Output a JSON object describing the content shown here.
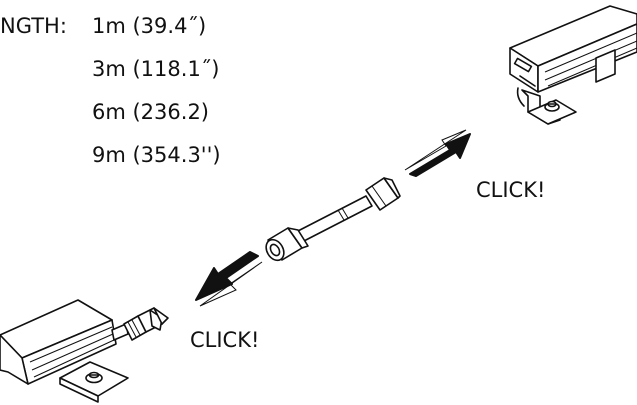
{
  "length_heading": "NGTH:",
  "length_options": [
    "1m  (39.4˝)",
    "3m  (118.1˝)",
    "6m  (236.2)",
    "9m  (354.3'')"
  ],
  "click_labels": {
    "right": "CLICK!",
    "left": "CLICK!"
  },
  "colors": {
    "ink": "#111111",
    "arrow_fill": "#111111",
    "background": "#ffffff"
  }
}
